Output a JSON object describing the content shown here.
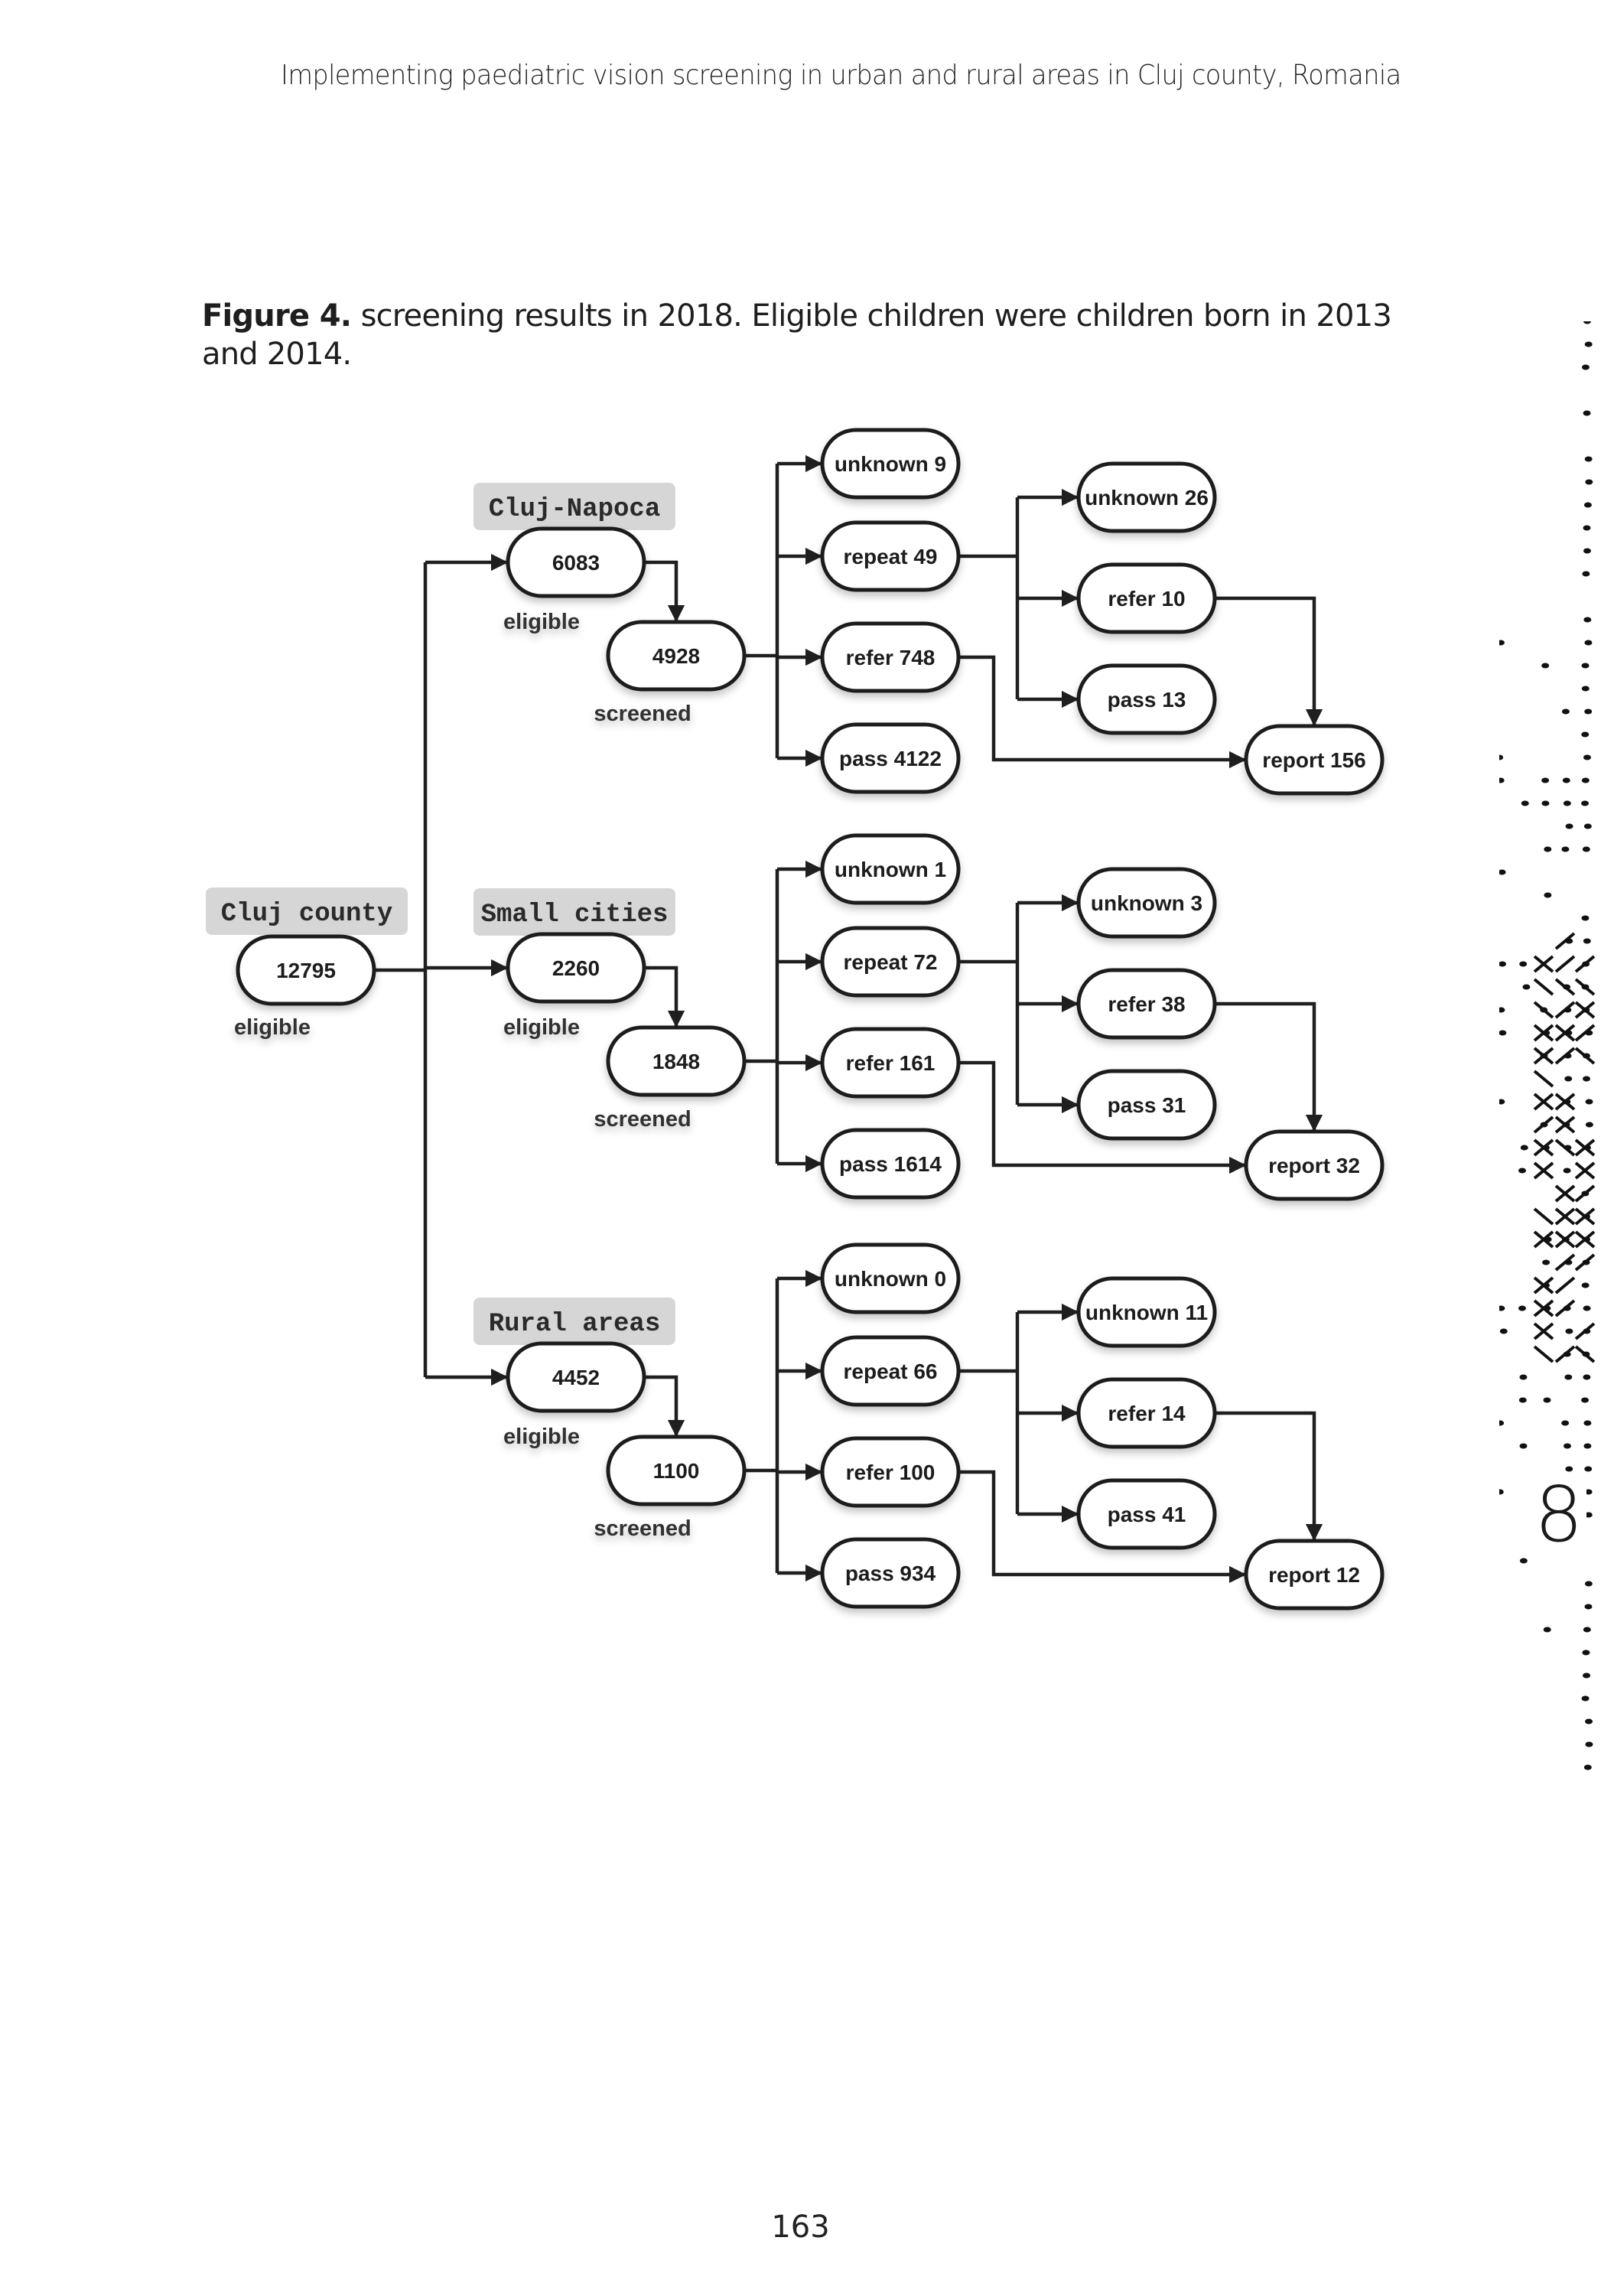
{
  "header": {
    "running_title": "Implementing paediatric vision screening in urban and rural areas in Cluj county, Romania"
  },
  "caption": {
    "label": "Figure 4.",
    "text": " screening results in 2018. Eligible children were children born in 2013 and 2014."
  },
  "page_number": "163",
  "chapter_number": "8",
  "diagram": {
    "root": {
      "group_label": "Cluj county",
      "value": "12795",
      "sublabel": "eligible"
    },
    "groups": [
      {
        "group_label": "Cluj-Napoca",
        "eligible": "6083",
        "eligible_label": "eligible",
        "screened": "4928",
        "screened_label": "screened",
        "outcomes": [
          "unknown 9",
          "repeat 49",
          "refer 748",
          "pass 4122"
        ],
        "repeat_outcomes": [
          "unknown 26",
          "refer 10",
          "pass 13"
        ],
        "report": "report 156"
      },
      {
        "group_label": "Small cities",
        "eligible": "2260",
        "eligible_label": "eligible",
        "screened": "1848",
        "screened_label": "screened",
        "outcomes": [
          "unknown 1",
          "repeat 72",
          "refer 161",
          "pass 1614"
        ],
        "repeat_outcomes": [
          "unknown 3",
          "refer 38",
          "pass 31"
        ],
        "report": "report 32"
      },
      {
        "group_label": "Rural areas",
        "eligible": "4452",
        "eligible_label": "eligible",
        "screened": "1100",
        "screened_label": "screened",
        "outcomes": [
          "unknown 0",
          "repeat 66",
          "refer 100",
          "pass 934"
        ],
        "repeat_outcomes": [
          "unknown 11",
          "refer 14",
          "pass 41"
        ],
        "report": "report 12"
      }
    ]
  }
}
